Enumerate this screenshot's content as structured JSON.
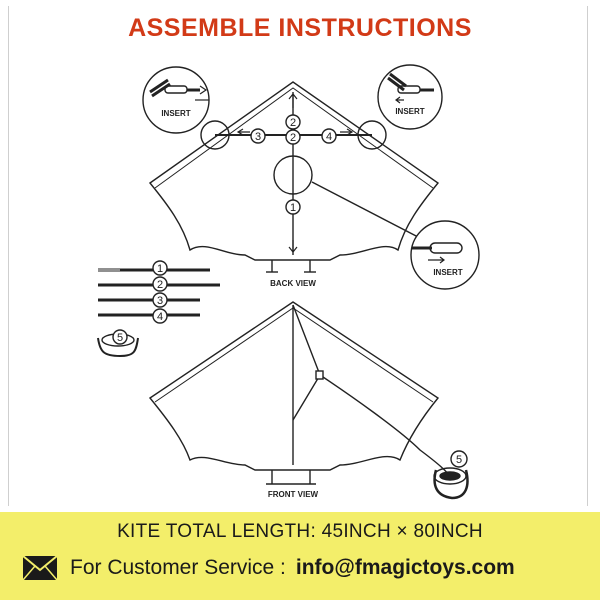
{
  "title": "ASSEMBLE INSTRUCTIONS",
  "title_color": "#d23a17",
  "labels": {
    "insert": "INSERT",
    "back_view": "BACK VIEW",
    "front_view": "FRONT VIEW"
  },
  "spar_numbers": [
    "1",
    "2",
    "3",
    "4"
  ],
  "handle_number": "5",
  "footer": {
    "length": "KITE TOTAL LENGTH: 45INCH × 80INCH",
    "service_label": "For Customer Service :",
    "email": "info@fmagictoys.com",
    "background": "#f3ee6a"
  },
  "icons": [
    "envelope-icon"
  ]
}
